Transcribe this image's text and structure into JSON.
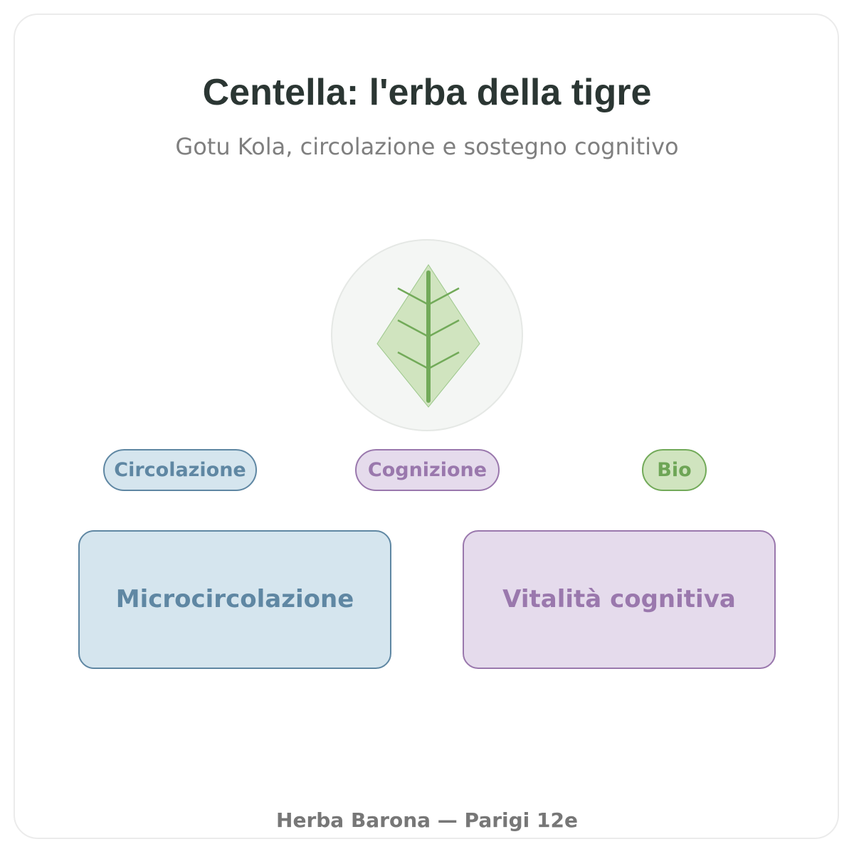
{
  "header": {
    "title": "Centella: l'erba della tigre",
    "subtitle": "Gotu Kola, circolazione e sostegno cognitivo"
  },
  "emblem": {
    "icon": "leaf-icon",
    "leaf_color": "#d0e4bf",
    "vein_color": "#72aa59"
  },
  "tags": [
    {
      "label": "Circolazione",
      "color": "#5f87a3"
    },
    {
      "label": "Cognizione",
      "color": "#9a78ad"
    },
    {
      "label": "Bio",
      "color": "#72aa59"
    }
  ],
  "panels": [
    {
      "label": "Microcircolazione",
      "color": "#5f87a3"
    },
    {
      "label": "Vitalità cognitiva",
      "color": "#9a78ad"
    }
  ],
  "footer": {
    "text": "Herba Barona — Parigi 12e"
  }
}
